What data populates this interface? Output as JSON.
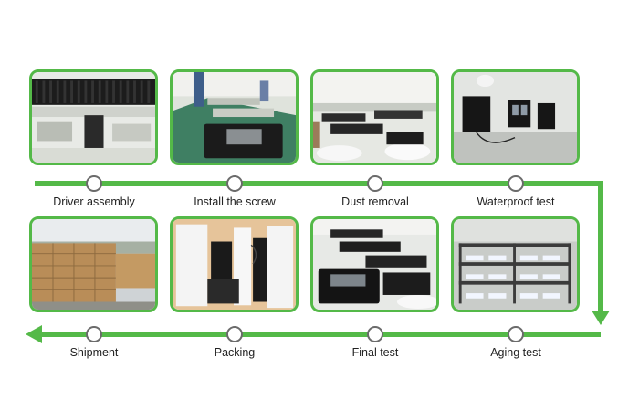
{
  "colors": {
    "accent": "#54b948",
    "node_fill": "#ffffff",
    "node_stroke": "#6b6b6b"
  },
  "top_row": [
    {
      "label": "Driver assembly"
    },
    {
      "label": "Install the screw"
    },
    {
      "label": "Dust removal"
    },
    {
      "label": "Waterproof test"
    }
  ],
  "bottom_row": [
    {
      "label": "Aging test"
    },
    {
      "label": "Final test"
    },
    {
      "label": "Packing"
    },
    {
      "label": "Shipment"
    }
  ]
}
